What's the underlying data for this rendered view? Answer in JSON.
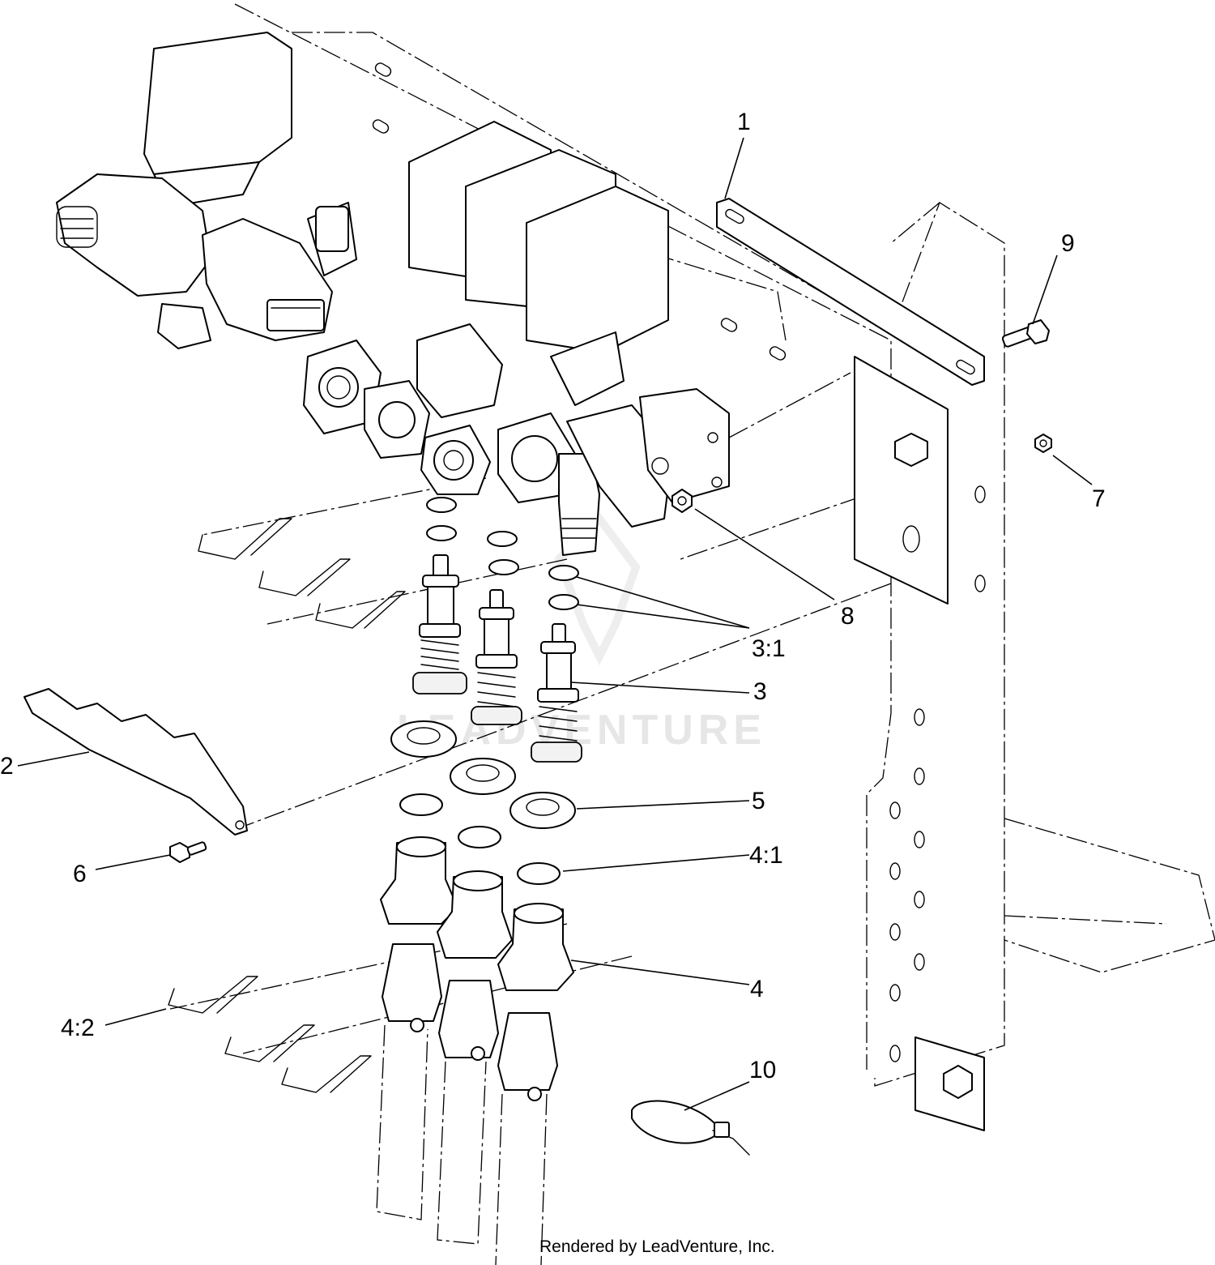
{
  "watermark": {
    "text": "LEADVENTURE"
  },
  "footer": {
    "credit": "Rendered by LeadVenture, Inc."
  },
  "callouts": [
    {
      "id": "c1",
      "label": "1"
    },
    {
      "id": "c2",
      "label": "2"
    },
    {
      "id": "c3",
      "label": "3"
    },
    {
      "id": "c3_1",
      "label": "3:1"
    },
    {
      "id": "c4",
      "label": "4"
    },
    {
      "id": "c4_1",
      "label": "4:1"
    },
    {
      "id": "c4_2",
      "label": "4:2"
    },
    {
      "id": "c5",
      "label": "5"
    },
    {
      "id": "c6",
      "label": "6"
    },
    {
      "id": "c7",
      "label": "7"
    },
    {
      "id": "c8",
      "label": "8"
    },
    {
      "id": "c9",
      "label": "9"
    },
    {
      "id": "c10",
      "label": "10"
    }
  ]
}
